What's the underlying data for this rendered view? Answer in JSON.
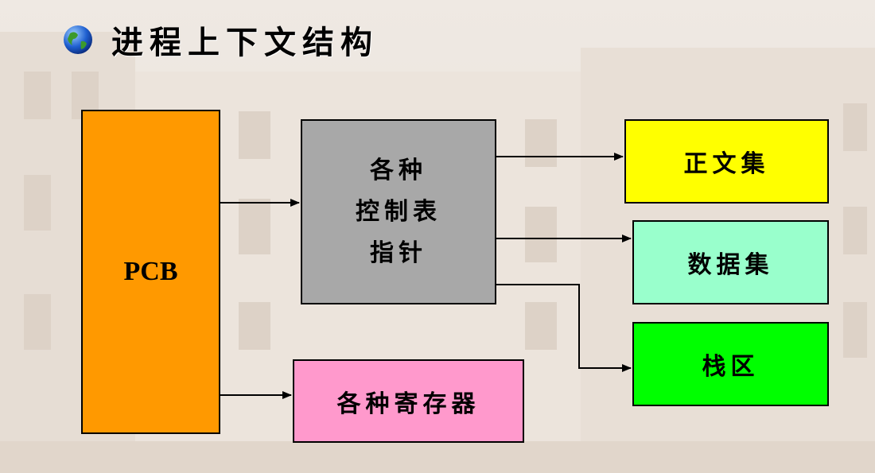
{
  "title": "进程上下文结构",
  "icons": {
    "title_bullet": "globe-icon"
  },
  "colors": {
    "pcb": "#ff9900",
    "control_tables": "#a8a8a8",
    "text_set": "#ffff00",
    "data_set": "#99ffcc",
    "stack": "#00ff00",
    "registers": "#ff99cc"
  },
  "nodes": {
    "pcb": "PCB",
    "control_tables": {
      "line1": "各种",
      "line2": "控制表",
      "line3": "指针"
    },
    "text_set": "正文集",
    "data_set": "数据集",
    "stack": "栈区",
    "registers": "各种寄存器"
  }
}
